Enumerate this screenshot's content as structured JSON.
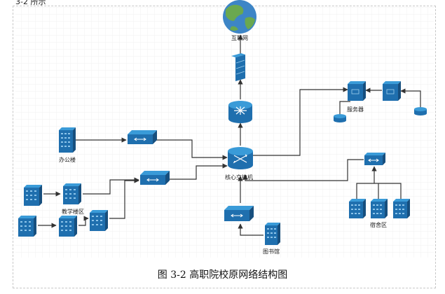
{
  "header_fragment": "3-2 所示",
  "caption": "图 3-2 高职院校原网络结构图",
  "colors": {
    "device": "#1f6fae",
    "device_light": "#3a9bd8",
    "line": "#333333",
    "grid": "#e6e6e6",
    "globe_land": "#6aa84f",
    "globe_sea": "#3d85c6"
  },
  "nodes": {
    "internet": "互联网",
    "core_switch": "核心交换机",
    "servers": "服务器",
    "office": "办公楼",
    "teaching": "教学楼区",
    "library": "图书馆",
    "dorm": "宿舍区"
  },
  "icons": {
    "internet": "globe-icon",
    "firewall": "firewall-icon",
    "router": "router-icon",
    "core_switch": "core-switch-icon",
    "switch": "switch-icon",
    "server": "server-icon",
    "database": "database-icon",
    "building": "building-icon"
  }
}
